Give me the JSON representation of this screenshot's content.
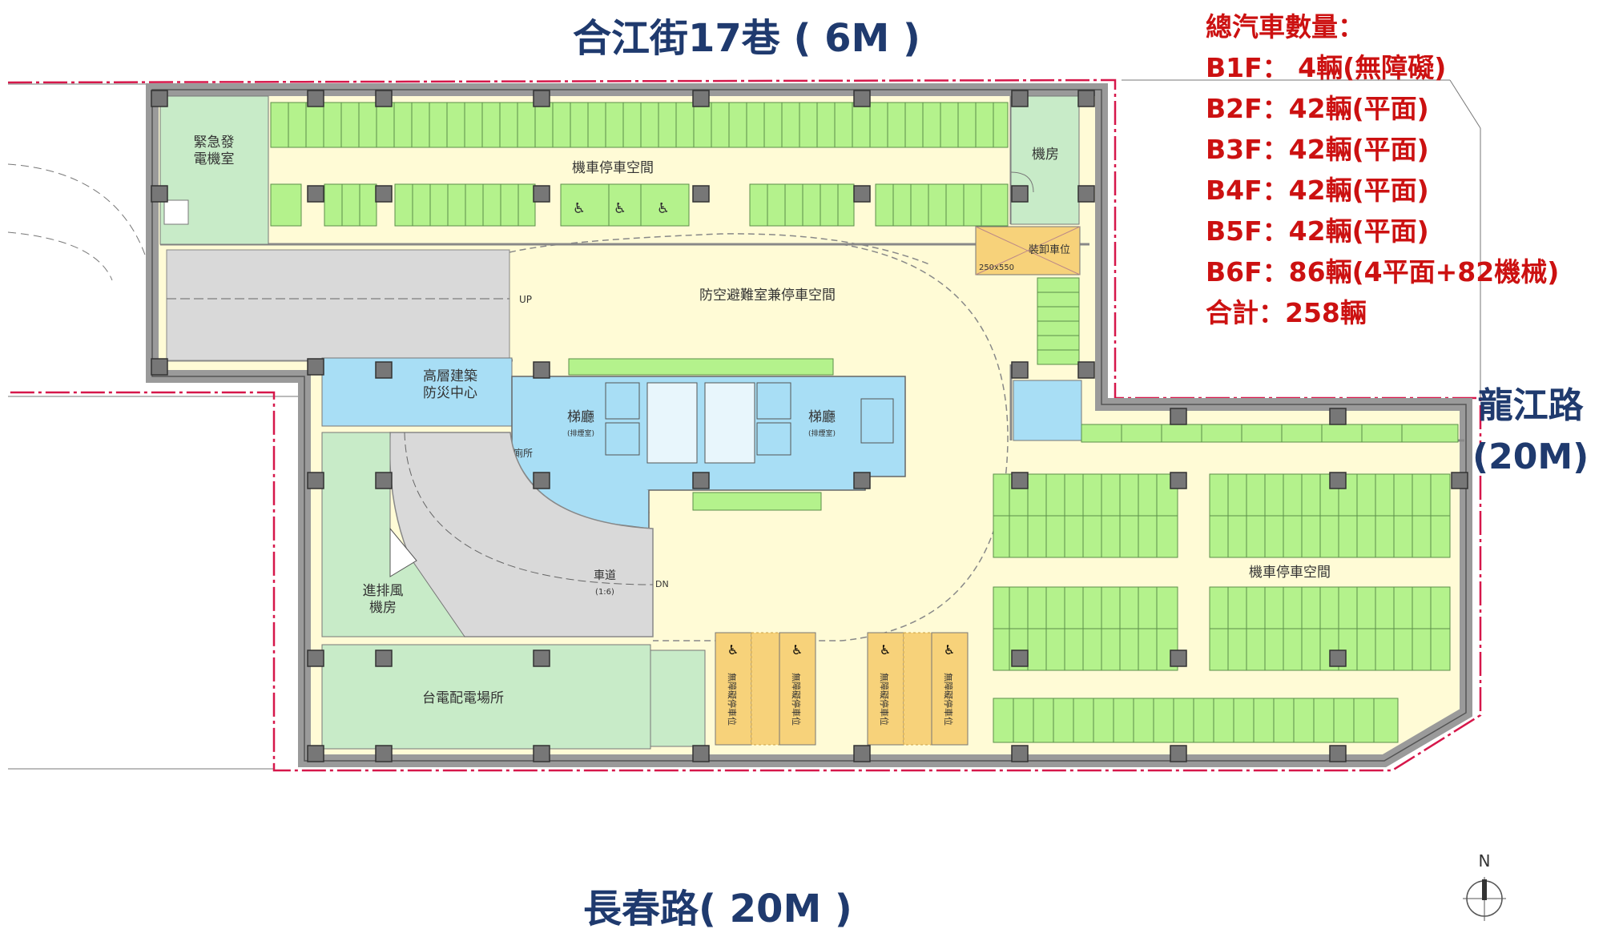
{
  "roads": {
    "top": "合江街17巷 ( 6M )",
    "right_line1": "龍江路",
    "right_line2": "(20M)",
    "bottom": "長春路( 20M )"
  },
  "summary": {
    "title": "總汽車數量：",
    "lines": [
      "B1F：  4輛(無障礙)",
      "B2F：42輛(平面)",
      "B3F：42輛(平面)",
      "B4F：42輛(平面)",
      "B5F：42輛(平面)",
      "B6F：86輛(4平面+82機械)",
      "合計：258輛"
    ]
  },
  "rooms": {
    "generator": [
      "緊急發",
      "電機室"
    ],
    "machine_room_top": "機房",
    "scooter_top": "機車停車空間",
    "loading": "裝卸車位",
    "loading_size": "250x550",
    "air_raid": "防空避難室兼停車空間",
    "up": "UP",
    "fire_center": [
      "高層建築",
      "防災中心"
    ],
    "lobby_left": "梯廳",
    "lobby_left_sub": "(排煙室)",
    "lobby_right": "梯廳",
    "lobby_right_sub": "(排煙室)",
    "restroom": "廁所",
    "ramp": "車道",
    "ramp_slope": "(1:6)",
    "dn": "DN",
    "vent_room": [
      "進排風",
      "機房"
    ],
    "substation": "台電配電場所",
    "scooter_right": "機車停車空間",
    "accessible_stall": "無障礙停車位",
    "north": "N"
  },
  "colors": {
    "property_line": "#d6174a",
    "wall": "#9a9a9a",
    "floor": "#fffbd6",
    "parking": "#b4f28c",
    "equipment_room": "#c8ebc8",
    "core": "#a8def5",
    "ramp": "#d9d9d9",
    "loading_bay": "#f7d27a",
    "road_label": "#1f3a6e",
    "summary_text": "#cc1111"
  }
}
